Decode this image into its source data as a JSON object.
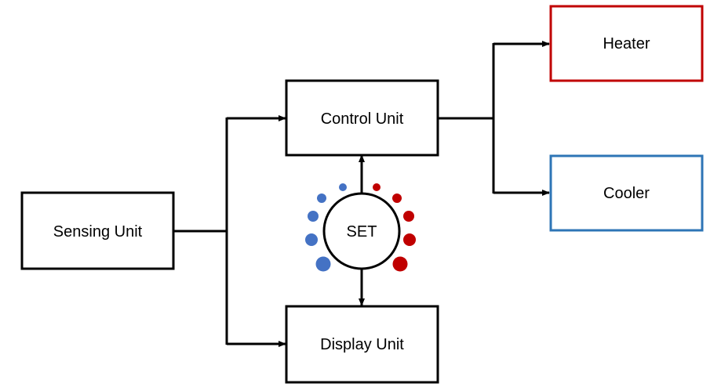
{
  "colors": {
    "line": "#000000",
    "heater_border": "#c00000",
    "cooler_border": "#2e75b6",
    "cool_dot": "#4472c4",
    "warm_dot": "#c00000"
  },
  "blocks": {
    "sensing": {
      "label": "Sensing Unit"
    },
    "control": {
      "label": "Control Unit"
    },
    "display": {
      "label": "Display Unit"
    },
    "heater": {
      "label": "Heater"
    },
    "cooler": {
      "label": "Cooler"
    }
  },
  "knob": {
    "label": "SET",
    "cool_dots": 5,
    "warm_dots": 5
  }
}
